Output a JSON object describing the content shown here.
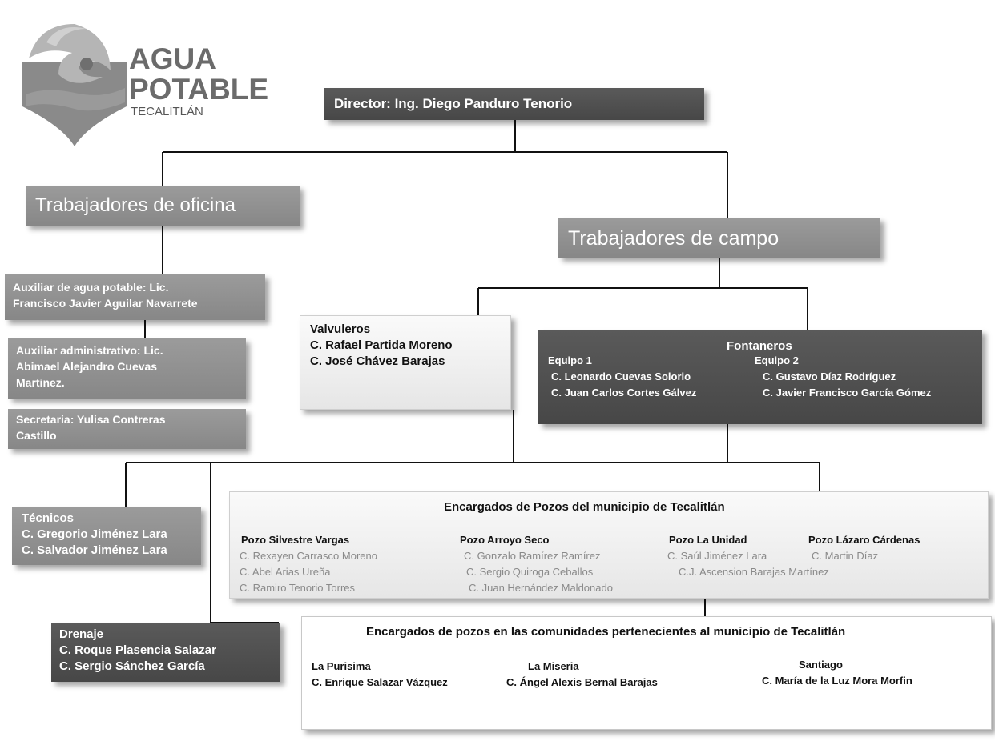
{
  "logo": {
    "line1": "AGUA",
    "line2": "POTABLE",
    "line3": "TECALITLÁN"
  },
  "director": "Director: Ing. Diego Panduro Tenorio",
  "office": {
    "title": "Trabajadores de oficina",
    "aux_agua": [
      "Auxiliar de agua potable: Lic.",
      "Francisco Javier Aguilar Navarrete"
    ],
    "aux_admin": [
      "Auxiliar administrativo: Lic.",
      "Abimael Alejandro Cuevas",
      "Martinez."
    ],
    "secretaria": [
      "Secretaria: Yulisa Contreras",
      "Castillo"
    ]
  },
  "field": {
    "title": "Trabajadores de campo"
  },
  "valvuleros": {
    "title": "Valvuleros",
    "members": [
      "C. Rafael Partida Moreno",
      "C. José Chávez Barajas"
    ]
  },
  "fontaneros": {
    "title": "Fontaneros",
    "equipo1": {
      "label": "Equipo 1",
      "members": [
        "C. Leonardo Cuevas Solorio",
        "C. Juan Carlos Cortes Gálvez"
      ]
    },
    "equipo2": {
      "label": "Equipo 2",
      "members": [
        "C. Gustavo Díaz  Rodríguez",
        "C. Javier Francisco García Gómez"
      ]
    }
  },
  "tecnicos": {
    "title": "Técnicos",
    "members": [
      "C. Gregorio  Jiménez Lara",
      "C. Salvador  Jiménez Lara"
    ]
  },
  "drenaje": {
    "title": "Drenaje",
    "members": [
      "C. Roque  Plasencia Salazar",
      "C. Sergio  Sánchez García"
    ]
  },
  "pozos": {
    "title": "Encargados de Pozos del municipio de Tecalitlán",
    "silvestre": {
      "name": "Pozo Silvestre Vargas",
      "members": [
        "C. Rexayen Carrasco Moreno",
        "C. Abel Arias Ureña",
        "C. Ramiro Tenorio Torres"
      ]
    },
    "arroyo": {
      "name": "Pozo Arroyo Seco",
      "members": [
        "C. Gonzalo Ramírez Ramírez",
        "C. Sergio  Quiroga Ceballos",
        "C. Juan Hernández Maldonado"
      ]
    },
    "unidad": {
      "name": "Pozo La Unidad",
      "members": [
        "C. Saúl Jiménez Lara"
      ]
    },
    "lazaro": {
      "name": "Pozo Lázaro Cárdenas",
      "members": [
        "C.  Martin Díaz"
      ]
    },
    "shared": "C.J. Ascension Barajas Martínez"
  },
  "comunidades": {
    "title": "Encargados de pozos en las comunidades pertenecientes al municipio de Tecalitlán",
    "purisima": {
      "name": "La Purisima",
      "member": "C. Enrique Salazar Vázquez"
    },
    "miseria": {
      "name": "La Miseria",
      "member": "C. Ángel Alexis Bernal Barajas"
    },
    "santiago": {
      "name": "Santiago",
      "member": "C.  María de la Luz  Mora Morfin"
    }
  }
}
